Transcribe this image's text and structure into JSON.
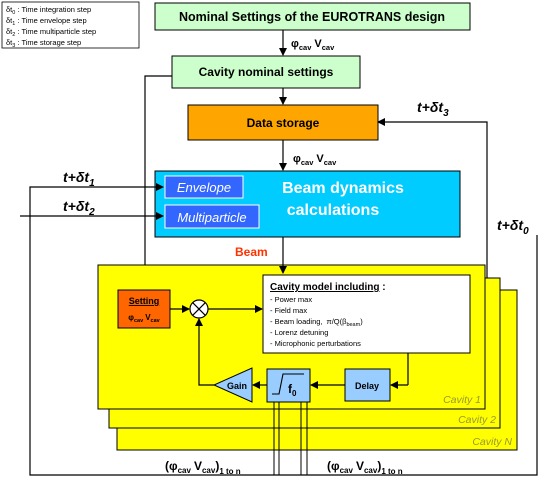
{
  "legend": {
    "items": [
      {
        "symbol": "δt",
        "sub": "0",
        "desc": " : Time integration step"
      },
      {
        "symbol": "δt",
        "sub": "1",
        "desc": " : Time envelope step"
      },
      {
        "symbol": "δt",
        "sub": "2",
        "desc": " : Time multiparticle step"
      },
      {
        "symbol": "δt",
        "sub": "3",
        "desc": " : Time storage step"
      }
    ]
  },
  "boxes": {
    "nominal_settings": "Nominal Settings of the EUROTRANS design",
    "cavity_nominal": "Cavity nominal settings",
    "data_storage": "Data storage",
    "beam_dynamics_line1": "Beam dynamics",
    "beam_dynamics_line2": "calculations",
    "envelope": "Envelope",
    "multiparticle": "Multiparticle",
    "setting": "Setting",
    "gain": "Gain",
    "filter_f": "f",
    "filter_sub": "0",
    "delay": "Delay"
  },
  "cavity_model": {
    "title": "Cavity model including",
    "title_suffix": " :",
    "items": [
      "- Power max",
      "- Field max",
      "- Beam loading,",
      "- Lorenz detuning",
      "- Microphonic perturbations"
    ],
    "beam_loading_extra": "π/Q(β",
    "beam_loading_sub": "beam",
    "beam_loading_close": ")"
  },
  "cavities": [
    "Cavity 1",
    "Cavity 2",
    "Cavity N"
  ],
  "labels": {
    "phi": "φ",
    "cav": "cav",
    "V": "V",
    "beam": "Beam",
    "t_plus": "t+",
    "delta_t": "δt",
    "sub0": "0",
    "sub1": "1",
    "sub2": "2",
    "sub3": "3",
    "one_to_n": "1 to n"
  },
  "colors": {
    "green_box": "#ccffcc",
    "orange_box": "#ffa500",
    "cyan_box": "#00ccff",
    "blue_box": "#3366ff",
    "yellow_box": "#ffff00",
    "setting_box": "#ff6600",
    "gain_triangle": "#99ccff",
    "filter_box": "#99ccff",
    "delay_box": "#99ccff",
    "beam_text": "#ff3300",
    "cavity_text": "#999933"
  }
}
